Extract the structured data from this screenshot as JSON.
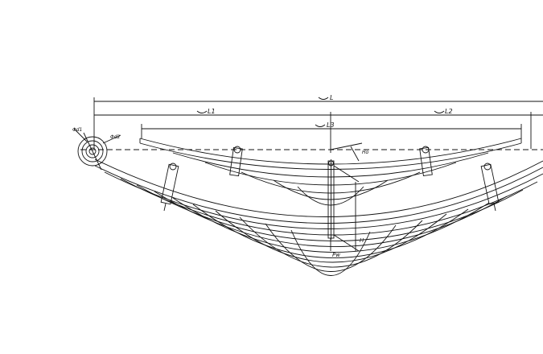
{
  "drawing": {
    "title": "Leaf spring assembly",
    "labels": {
      "total_length": "L",
      "front_half": "L1",
      "rear_half": "L2",
      "clip_span": "L3",
      "eye_outer": "Φd1",
      "eye_inner": "Φd2",
      "camber_small": "Ho",
      "camber_height": "H",
      "load": "Pw"
    },
    "leaf_count_upper": 5,
    "leaf_count_lower": 11
  }
}
